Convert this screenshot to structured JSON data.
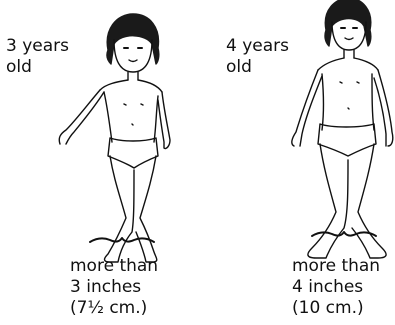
{
  "figures": [
    {
      "age_line1": "3 years",
      "age_line2": "old",
      "measure_line1": "more than",
      "measure_line2": "3 inches",
      "measure_line3": "(7½ cm.)"
    },
    {
      "age_line1": "4 years",
      "age_line2": "old",
      "measure_line1": "more than",
      "measure_line2": "4 inches",
      "measure_line3": "(10 cm.)"
    }
  ],
  "colors": {
    "ink": "#111111",
    "hair": "#1a1a1a",
    "background": "#ffffff"
  }
}
